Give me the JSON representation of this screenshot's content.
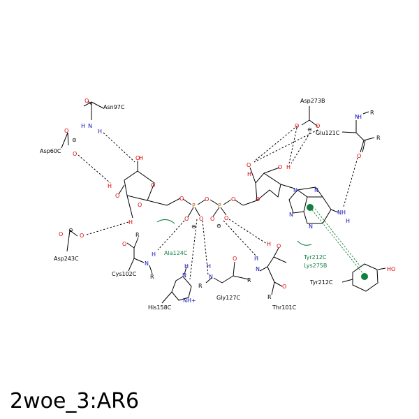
{
  "title": "2woe_3:AR6",
  "colors": {
    "carbon": "#000000",
    "oxygen": "#e00000",
    "nitrogen": "#1010c0",
    "phosphorus": "#c06000",
    "hydrophobic": "#108040"
  },
  "residues": {
    "asn97c": "Asn97C",
    "asp60c": "Asp60C",
    "asp243c": "Asp243C",
    "asp273b": "Asp273B",
    "glu121c": "Glu121C",
    "cys102c": "Cys102C",
    "his158c": "His158C",
    "gly127c": "Gly127C",
    "thr101c": "Thr101C",
    "tyr212c_contact": "Tyr212C",
    "lys275b": "Lys275B",
    "tyr212c_ring": "Tyr212C",
    "ala124c": "Ala124C"
  },
  "atoms": {
    "O": "O",
    "N": "N",
    "H": "H",
    "P": "P",
    "R": "R",
    "minus": "⊖",
    "NH": "NH",
    "NHplus": "NH+",
    "OH": "OH",
    "HO": "HO"
  }
}
